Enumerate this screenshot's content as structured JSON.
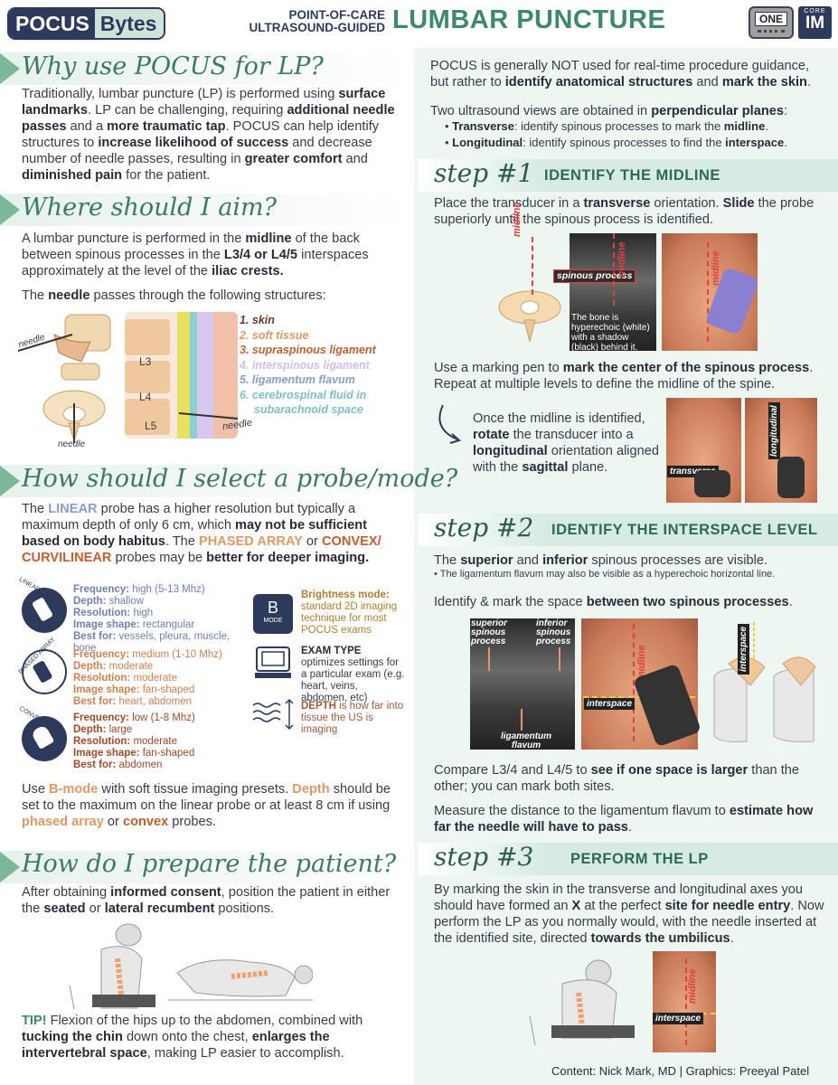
{
  "header": {
    "logo_left": "POCUS",
    "logo_right": "Bytes",
    "subtitle_line1": "POINT-OF-CARE",
    "subtitle_line2": "ULTRASOUND-GUIDED",
    "title": "LUMBAR PUNCTURE",
    "badge_one": "ONE",
    "badge_core": "CORE",
    "badge_im": "IM"
  },
  "why": {
    "heading": "Why use POCUS for LP?",
    "p": [
      "Traditionally, lumbar puncture (LP) is performed using ",
      "surface landmarks",
      ". LP can be challenging, requiring ",
      "additional needle passes",
      " and a ",
      "more traumatic tap",
      ". POCUS can help identify structures to ",
      "increase likelihood of success",
      " and decrease number of needle passes, resulting in ",
      "greater comfort",
      " and ",
      "diminished pain",
      " for the patient."
    ]
  },
  "aim": {
    "heading": "Where should I aim?",
    "p1": [
      "A lumbar puncture is performed in the ",
      "midline",
      " of the back between spinous processes in the ",
      "L3/4 or L4/5",
      " interspaces approximately at the level of the ",
      "iliac crests."
    ],
    "p2": [
      "The ",
      "needle",
      " passes through the following structures:"
    ],
    "structures": [
      "1. skin",
      "2. soft tissue",
      "3. supraspinous ligament",
      "4. interspinous ligament",
      "5. ligamentum flavum",
      "6. cerebrospinal fluid in",
      "subarachnoid space"
    ],
    "structure_colors": [
      "#6a3a2a",
      "#e09966",
      "#c06030",
      "#c9b8e0",
      "#8c9cc8",
      "#8ccfd0",
      "#8ccfd0"
    ],
    "needle_label": "needle",
    "vertebrae": [
      "L3",
      "L4",
      "L5"
    ]
  },
  "probe": {
    "heading": "How should I select a probe/mode?",
    "p": [
      "The ",
      "LINEAR",
      " probe has a higher resolution but typically a maximum depth of only 6 cm, which ",
      "may not be sufficient based on body habitus",
      ". The ",
      "PHASED ARRAY",
      " or ",
      "CONVEX/ CURVILINEAR",
      " probes may be ",
      "better for deeper imaging."
    ],
    "linear": {
      "label": "LINEAR PROBE",
      "rows": [
        [
          "Frequency:",
          "high (5-13 Mhz)"
        ],
        [
          "Depth:",
          "shallow"
        ],
        [
          "Resolution:",
          "high"
        ],
        [
          "Image shape:",
          "rectangular"
        ],
        [
          "Best for:",
          "vessels, pleura, muscle, bone"
        ]
      ]
    },
    "phased": {
      "label": "PHASED ARRAY",
      "rows": [
        [
          "Frequency:",
          "medium (1-10 Mhz)"
        ],
        [
          "Depth:",
          "moderate"
        ],
        [
          "Resolution:",
          "moderate"
        ],
        [
          "Image shape:",
          "fan-shaped"
        ],
        [
          "Best for:",
          "heart, abdomen"
        ]
      ]
    },
    "convex": {
      "label": "CONVEX PROBE",
      "rows": [
        [
          "Frequency:",
          "low (1-8 Mhz)"
        ],
        [
          "Depth:",
          "large"
        ],
        [
          "Resolution:",
          "moderate"
        ],
        [
          "Image shape:",
          "fan-shaped"
        ],
        [
          "Best for:",
          "abdomen"
        ]
      ]
    },
    "bmode_icon": "B",
    "bmode_icon_sub": "MODE",
    "bmode": {
      "title": "Brightness mode:",
      "text": "standard 2D imaging technique for most POCUS exams"
    },
    "exam": {
      "title": "EXAM TYPE",
      "text": " optimizes settings for a particular exam (e.g. heart, veins, abdomen, etc)"
    },
    "depth": {
      "title": "DEPTH",
      "text": " is how far into tissue the US is imaging"
    },
    "p2": [
      "Use ",
      "B-mode",
      " with soft tissue imaging presets. ",
      "Depth",
      " should be set to the maximum on the linear probe or at least 8 cm if using ",
      "phased array",
      " or ",
      "convex",
      " probes."
    ]
  },
  "prep": {
    "heading": "How do I prepare the patient?",
    "p": [
      "After obtaining ",
      "informed consent",
      ", position the patient in either the ",
      "seated",
      " or ",
      "lateral recumbent",
      " positions."
    ],
    "tip": [
      "TIP!",
      " Flexion of the hips up to the abdomen, combined with ",
      "tucking the chin",
      " down onto the chest, ",
      "enlarges the intervertebral space",
      ", making LP easier to accomplish."
    ]
  },
  "intro": {
    "p1": [
      "POCUS is generally NOT used for real-time procedure guidance, but rather to ",
      "identify anatomical structures",
      " and ",
      "mark the skin",
      "."
    ],
    "p2": [
      "Two ultrasound views are obtained in ",
      "perpendicular planes",
      ":"
    ],
    "bullets": [
      [
        "Transverse",
        ": identify spinous processes to mark the ",
        "midline",
        "."
      ],
      [
        "Longitudinal",
        ": identify spinous processes to find the ",
        "interspace",
        "."
      ]
    ]
  },
  "step1": {
    "word": "step #1",
    "title": "IDENTIFY THE MIDLINE",
    "p1": [
      "Place the transducer in a ",
      "transverse",
      " orientation. ",
      "Slide",
      " the probe superiorly until the spinous process is identified."
    ],
    "labels": {
      "midline": "midline",
      "spinous": "spinous process",
      "bone": "The bone is hyperechoic (white) with a shadow (black) behind it.",
      "transverse": "transverse",
      "longitudinal": "longitudinal"
    },
    "p2": [
      "Use a marking pen to ",
      "mark the center of the spinous process",
      ". Repeat at multiple levels to define the midline of the spine."
    ],
    "p3": [
      "Once the midline is identified, ",
      "rotate",
      " the transducer into a ",
      "longitudinal",
      " orientation aligned with the ",
      "sagittal",
      " plane."
    ]
  },
  "step2": {
    "word": "step #2",
    "title": "IDENTIFY THE INTERSPACE LEVEL",
    "p1": [
      "The ",
      "superior",
      " and ",
      "inferior",
      " spinous processes are visible."
    ],
    "bullet": "The ligamentum flavum may also be visible as a hyperechoic horizontal line.",
    "p2": [
      "Identify & mark the space ",
      "between two spinous processes",
      "."
    ],
    "labels": {
      "superior": "superior spinous process",
      "inferior": "inferior spinous process",
      "flavum": "ligamentum flavum",
      "midline": "midline",
      "interspace": "interspace"
    },
    "p3": [
      "Compare L3/4 and L4/5 to ",
      "see if one space is larger",
      " than the other; you can mark both sites."
    ],
    "p4": [
      "Measure the distance to the ligamentum flavum to ",
      "estimate how far the needle will have to pass",
      "."
    ]
  },
  "step3": {
    "word": "step #3",
    "title": "PERFORM THE LP",
    "p": [
      "By marking the skin in the transverse and longitudinal axes you should have formed an ",
      "X",
      " at the perfect ",
      "site for needle entry",
      ". Now perform the LP as you normally would, with the needle inserted at the identified site, directed ",
      "towards the umbilicus",
      "."
    ],
    "labels": {
      "midline": "midline",
      "interspace": "interspace"
    }
  },
  "credits": "Content: Nick Mark, MD | Graphics: Preeyal Patel"
}
